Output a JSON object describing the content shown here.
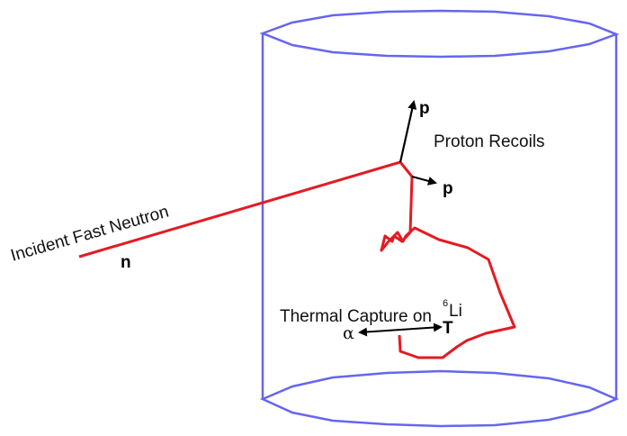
{
  "colors": {
    "cylinder": "#6666ee",
    "track": "#e31b23",
    "arrow": "#000000",
    "text": "#111111"
  },
  "labels": {
    "incident": "Incident Fast Neutron",
    "neutron_symbol": "n",
    "proton_symbol_1": "p",
    "proton_symbol_2": "p",
    "proton_recoils": "Proton Recoils",
    "thermal_capture": "Thermal Capture on",
    "isotope_mass": "6",
    "isotope_element": "Li",
    "alpha_symbol": "α",
    "triton_symbol": "T"
  }
}
